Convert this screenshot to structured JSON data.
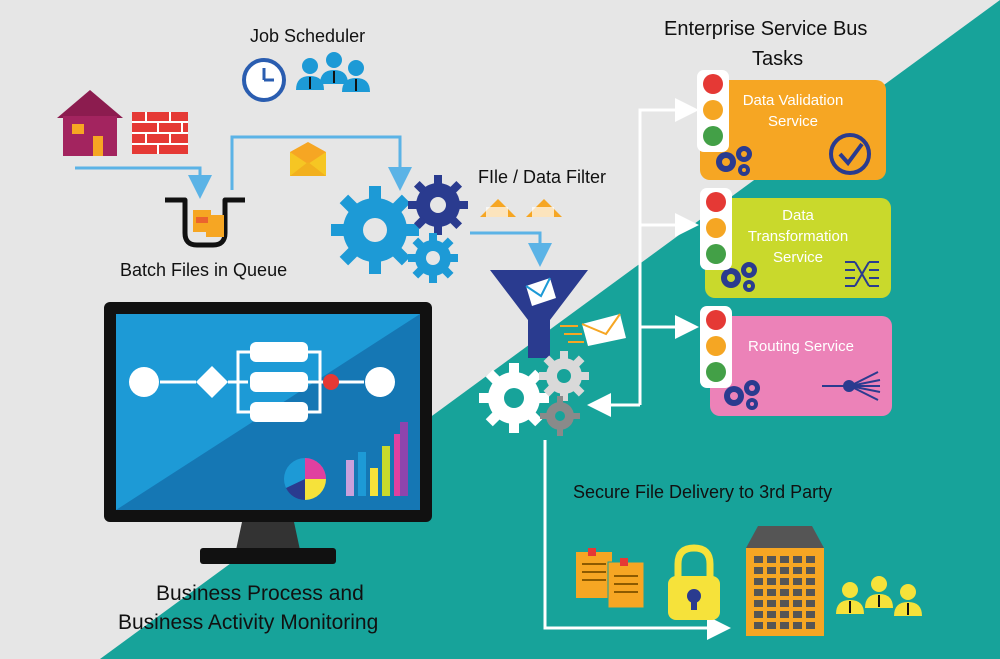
{
  "labels": {
    "job_scheduler": "Job Scheduler",
    "batch_queue": "Batch Files in Queue",
    "file_filter": "FIle / Data Filter",
    "esb_line1": "Enterprise Service Bus",
    "esb_line2": "Tasks",
    "secure_delivery": "Secure File Delivery to 3rd Party",
    "bpm_line1": "Business Process and",
    "bpm_line2": "Business Activity Monitoring"
  },
  "services": [
    {
      "title_line1": "Data Validation",
      "title_line2": "Service",
      "color": "#f6a623",
      "icon": "checkmark-circle-icon"
    },
    {
      "title_line1": "Data",
      "title_line2": "Transformation",
      "title_line3": "Service",
      "color": "#c9d92c",
      "icon": "transform-icon"
    },
    {
      "title_line1": "Routing Service",
      "color": "#ec82b8",
      "icon": "routing-icon"
    }
  ],
  "colors": {
    "teal": "#17a39a",
    "light_gray": "#e6e6e6",
    "arrow_blue": "#5bb3e6",
    "gear_blue": "#1d9ad6",
    "gear_navy": "#2a3b8f",
    "traffic_red": "#e53935",
    "traffic_orange": "#f5a623",
    "traffic_green": "#43a047"
  }
}
